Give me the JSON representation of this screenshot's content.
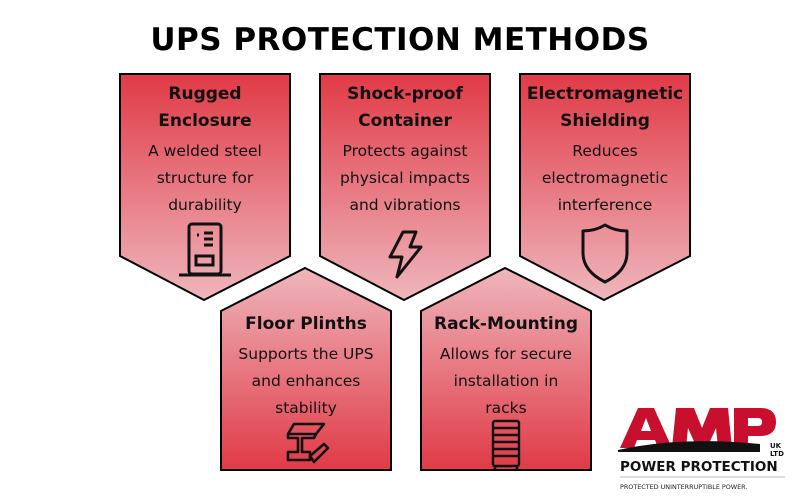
{
  "title": "UPS PROTECTION METHODS",
  "colors": {
    "card_top": "#e03a46",
    "card_bottom": "#eeb4bb",
    "outline": "#000000",
    "brand_red": "#c8102e"
  },
  "cards_top": [
    {
      "heading_lines": [
        "Rugged",
        "Enclosure"
      ],
      "desc_lines": [
        "A welded steel",
        "structure for",
        "durability"
      ],
      "icon": "ups-cabinet-icon"
    },
    {
      "heading_lines": [
        "Shock-proof",
        "Container"
      ],
      "desc_lines": [
        "Protects against",
        "physical impacts",
        "and vibrations"
      ],
      "icon": "lightning-bolt-icon"
    },
    {
      "heading_lines": [
        "Electromagnetic",
        "Shielding"
      ],
      "desc_lines": [
        "Reduces",
        "electromagnetic",
        "interference"
      ],
      "icon": "shield-icon"
    }
  ],
  "cards_bottom": [
    {
      "heading_lines": [
        "Floor Plinths"
      ],
      "desc_lines": [
        "Supports the UPS",
        "and enhances",
        "stability"
      ],
      "icon": "steel-beam-icon"
    },
    {
      "heading_lines": [
        "Rack-Mounting"
      ],
      "desc_lines": [
        "Allows for secure",
        "installation in",
        "racks"
      ],
      "icon": "server-rack-icon"
    }
  ],
  "logo": {
    "brand": "AMP",
    "badge_line1": "UK",
    "badge_line2": "LTD",
    "name": "POWER PROTECTION",
    "tagline": "PROTECTED UNINTERRUPTIBLE POWER."
  }
}
